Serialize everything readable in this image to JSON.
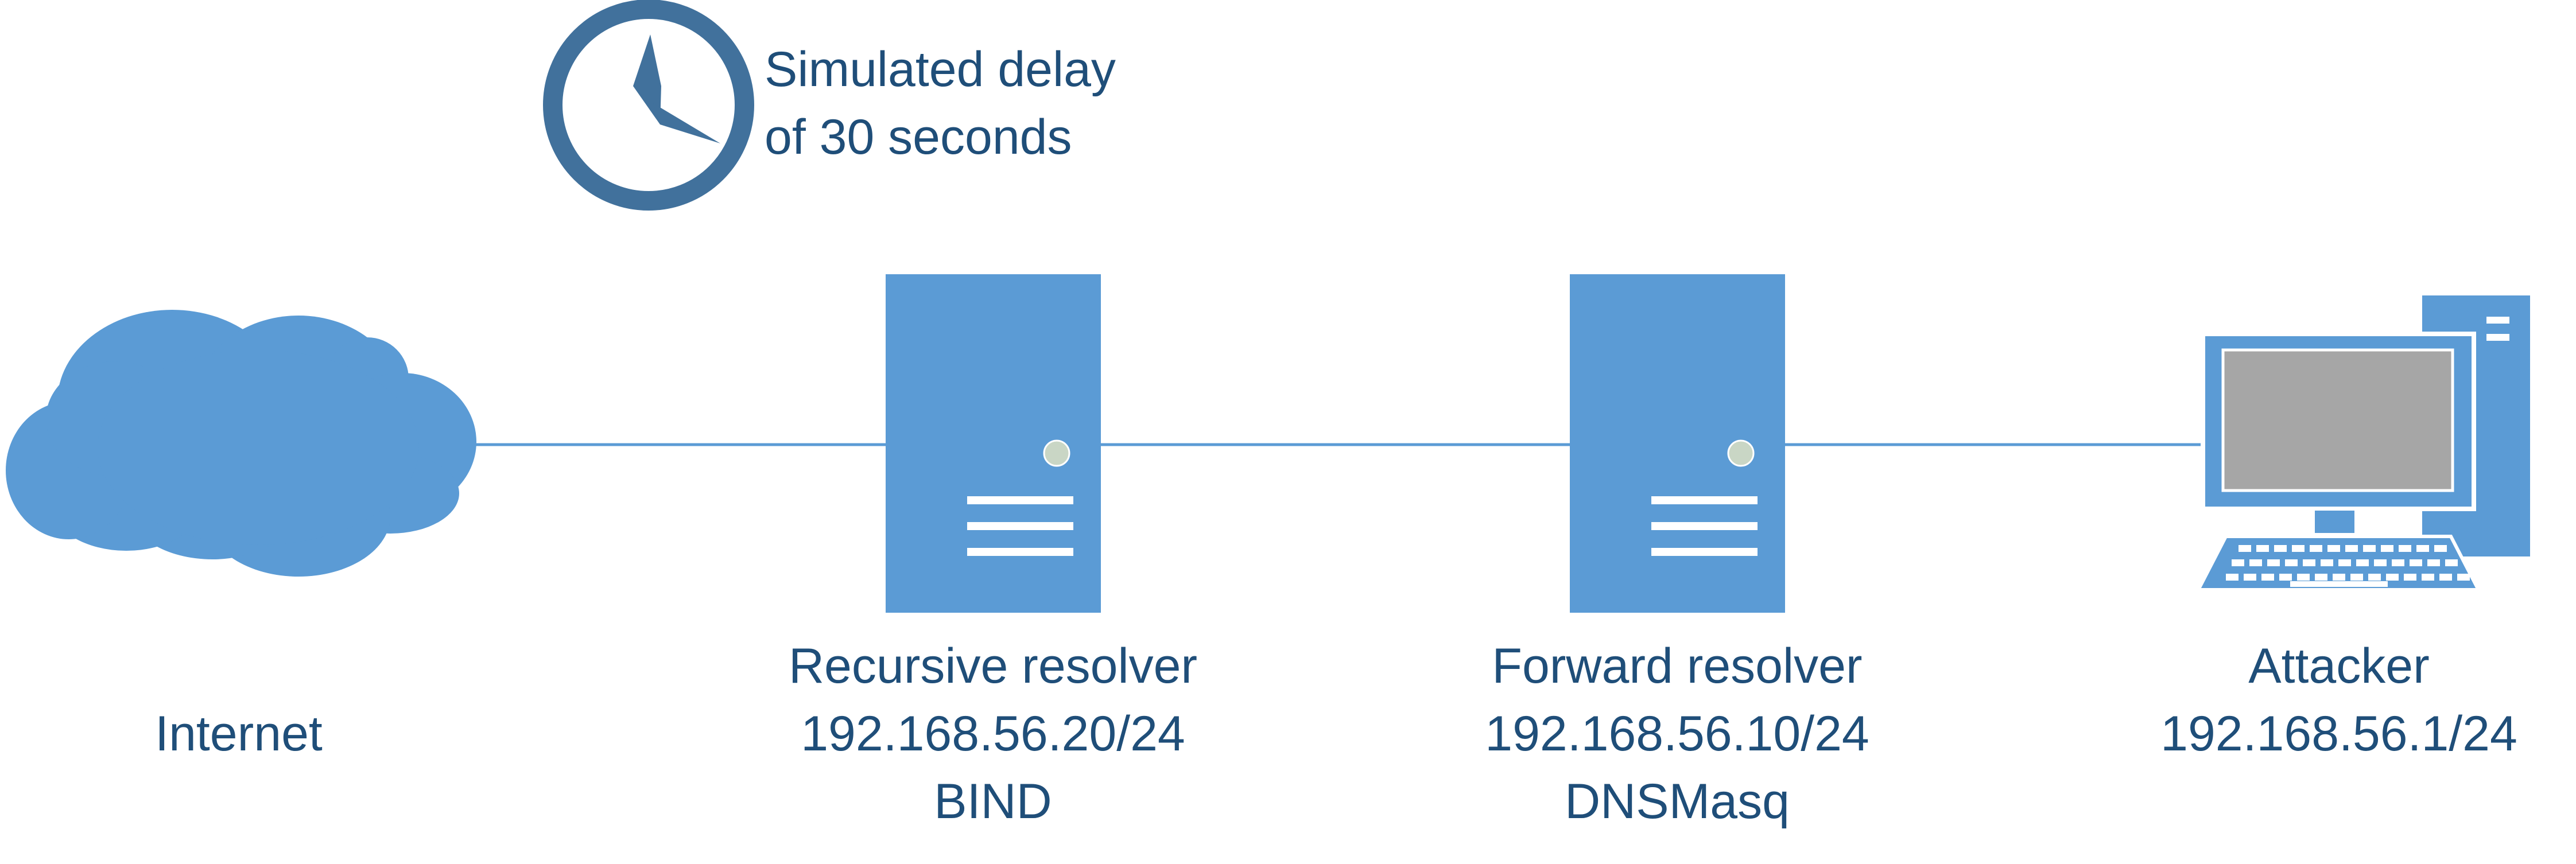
{
  "colors": {
    "device": "#5b9bd5",
    "clock_ring": "#41719c",
    "text": "#1f4e79",
    "screen": "#a6a6a6",
    "led": "#c9d6c5"
  },
  "clock": {
    "icon": "clock-icon",
    "caption_line1": "Simulated delay",
    "caption_line2": "of 30 seconds"
  },
  "nodes": {
    "internet": {
      "icon": "cloud-icon",
      "line1": "Internet"
    },
    "recursive": {
      "icon": "server-icon",
      "line1": "Recursive resolver",
      "line2": "192.168.56.20/24",
      "line3": "BIND"
    },
    "forward": {
      "icon": "server-icon",
      "line1": "Forward resolver",
      "line2": "192.168.56.10/24",
      "line3": "DNSMasq"
    },
    "attacker": {
      "icon": "desktop-computer-icon",
      "line1": "Attacker",
      "line2": "192.168.56.1/24"
    }
  }
}
